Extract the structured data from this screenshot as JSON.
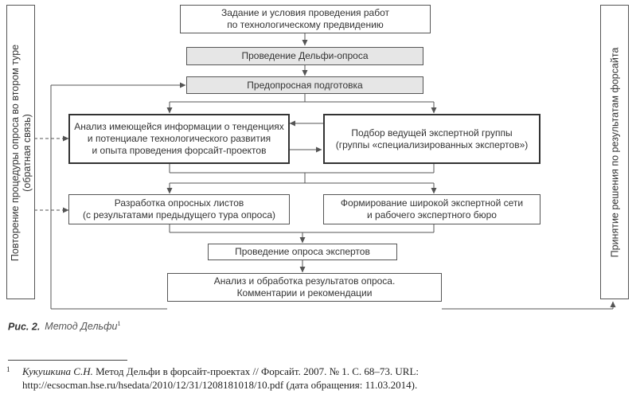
{
  "diagram": {
    "boxes": {
      "task": [
        "Задание и условия проведения работ",
        "по технологическому предвидению"
      ],
      "delphi": [
        "Проведение Дельфи-опроса"
      ],
      "prep": [
        "Предопросная подготовка"
      ],
      "analysis": [
        "Анализ имеющейся информации о тенденциях",
        "и потенциале технологического развития",
        "и опыта проведения форсайт-проектов"
      ],
      "selection": [
        "Подбор ведущей экспертной группы",
        "(группы «специализированных экспертов»)"
      ],
      "questionnaires": [
        "Разработка опросных листов",
        "(с результатами предыдущего тура опроса)"
      ],
      "network": [
        "Формирование широкой экспертной сети",
        "и рабочего экспертного бюро"
      ],
      "survey": [
        "Проведение опроса экспертов"
      ],
      "results": [
        "Анализ и обработка результатов опроса.",
        "Комментарии и рекомендации"
      ]
    },
    "left_panel": [
      "Повторение процедуры опроса во втором туре",
      "(обратная связь)"
    ],
    "right_panel": [
      "Принятие решения по результатам форсайта"
    ]
  },
  "caption": {
    "figure_label": "Рис. 2.",
    "title": "Метод Дельфи",
    "footnote_ref": "1"
  },
  "footnote": {
    "number": "1",
    "author": "Кукушкина С.Н.",
    "text": " Метод Дельфи в форсайт-проектах // Форсайт. 2007. № 1. С. 68–73. URL: http://ecsocman.hse.ru/hsedata/2010/12/31/1208181018/10.pdf (дата обращения: 11.03.2014)."
  }
}
